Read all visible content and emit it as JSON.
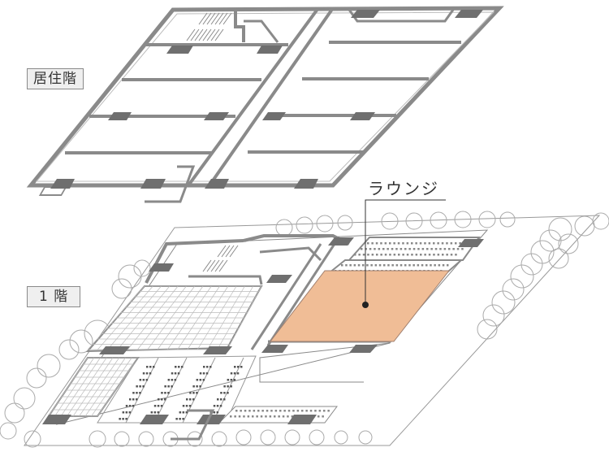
{
  "floors": {
    "upper_label": "居住階",
    "ground_label": "1 階"
  },
  "callout": {
    "label": "ラウンジ"
  },
  "colors": {
    "wall": "#8a8a8a",
    "column": "#6f6f6f",
    "highlight": "#f0bd96",
    "highlight_stroke": "#a08070",
    "line": "#999999",
    "tree": "#aaaaaa"
  }
}
